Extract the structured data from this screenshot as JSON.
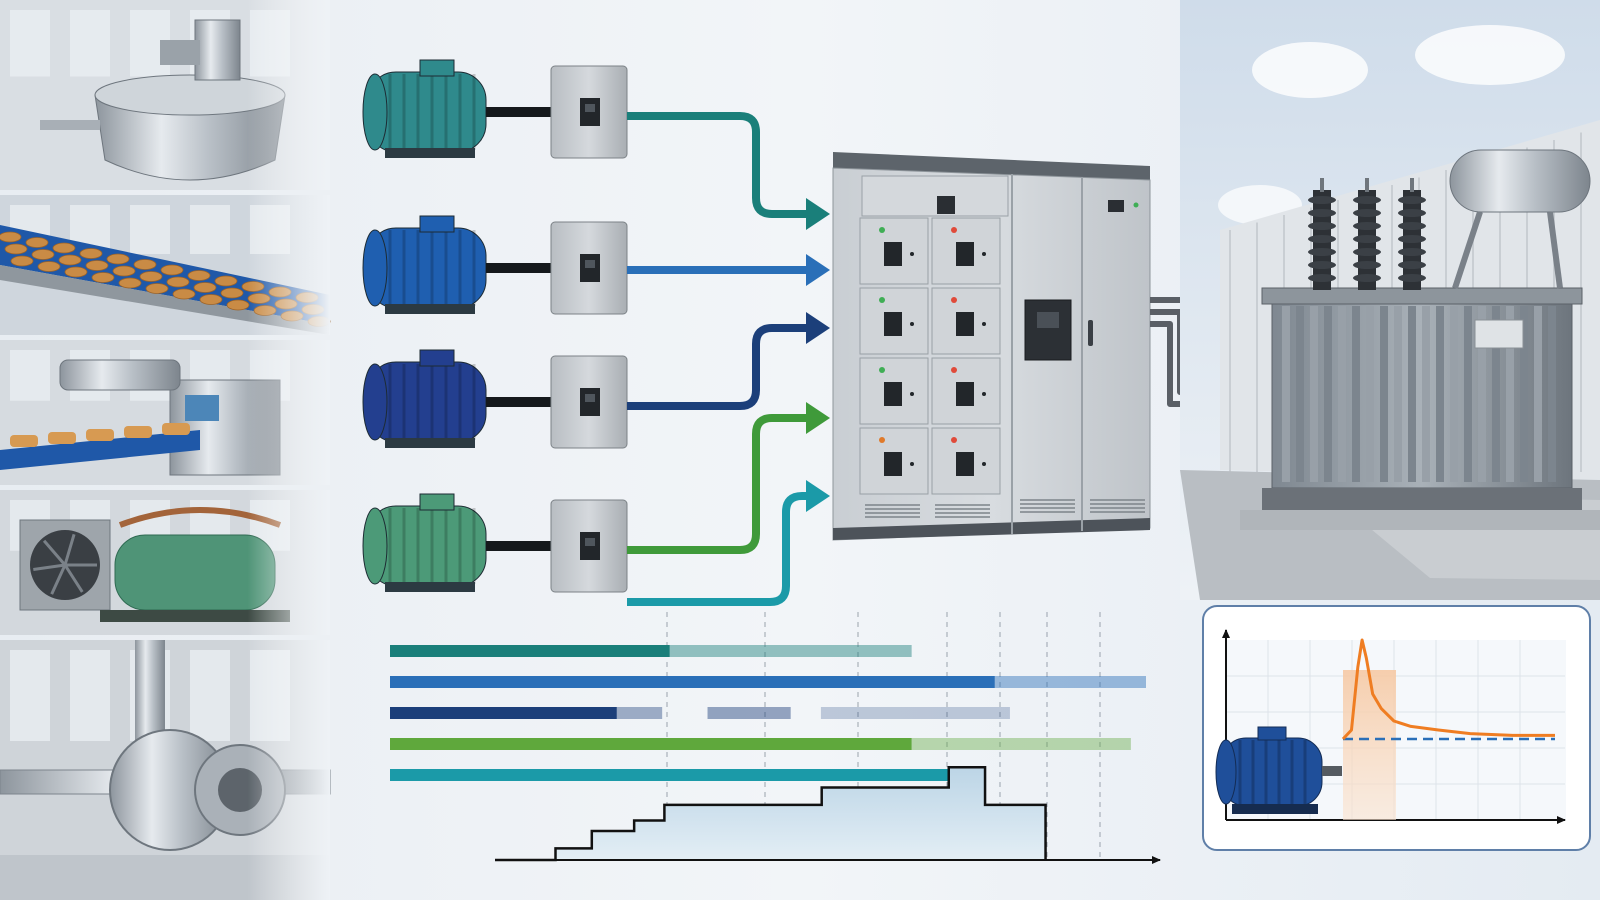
{
  "colors": {
    "background": "#eef2f6",
    "teal": "#1a7f7a",
    "blue": "#2a6fb8",
    "navy": "#1c3f7a",
    "green": "#3f9a3a",
    "cyan": "#1b9aa8",
    "surge": "#ef7d22",
    "grey_feed": "#5a5f66"
  },
  "processes": [
    {
      "icon": "mixing-tank-icon",
      "motor_color": "#2f8a8c"
    },
    {
      "icon": "conveyor-icon",
      "motor_color": "#1f5fb0"
    },
    {
      "icon": "packaging-machine-icon",
      "motor_color": "#233f8f"
    },
    {
      "icon": "refrigeration-compressor-icon",
      "motor_color": "#4c9a78"
    },
    {
      "icon": "centrifugal-pump-icon",
      "motor_color": "#1b9aa8"
    }
  ],
  "timeline": {
    "rows": [
      {
        "color": "#1a7f7a",
        "segments": [
          [
            0,
            0.37,
            1
          ],
          [
            0.37,
            0.69,
            0.45
          ]
        ]
      },
      {
        "color": "#2a6fb8",
        "segments": [
          [
            0,
            0.8,
            1
          ],
          [
            0.8,
            1.0,
            0.45
          ]
        ]
      },
      {
        "color": "#1c3f7a",
        "segments": [
          [
            0,
            0.3,
            1
          ],
          [
            0.3,
            0.36,
            0.4
          ],
          [
            0.42,
            0.53,
            0.45
          ],
          [
            0.57,
            0.82,
            0.25
          ]
        ]
      },
      {
        "color": "#5fa83c",
        "segments": [
          [
            0,
            0.69,
            1
          ],
          [
            0.69,
            0.98,
            0.4
          ]
        ]
      },
      {
        "color": "#1b9aa8",
        "segments": [
          [
            0,
            0.74,
            1
          ]
        ]
      }
    ],
    "load_profile": [
      [
        0,
        0
      ],
      [
        0.1,
        0.2
      ],
      [
        0.16,
        0.5
      ],
      [
        0.23,
        0.68
      ],
      [
        0.28,
        0.95
      ],
      [
        0.47,
        0.95
      ],
      [
        0.54,
        1.25
      ],
      [
        0.72,
        1.25
      ],
      [
        0.75,
        1.6
      ],
      [
        0.79,
        1.6
      ],
      [
        0.81,
        0.95
      ],
      [
        0.89,
        0.95
      ],
      [
        0.91,
        0
      ]
    ]
  },
  "inrush_chart": {
    "baseline": 0.45,
    "curve": [
      [
        0.0,
        0.45
      ],
      [
        0.04,
        0.5
      ],
      [
        0.07,
        0.85
      ],
      [
        0.09,
        1.0
      ],
      [
        0.11,
        0.9
      ],
      [
        0.14,
        0.7
      ],
      [
        0.18,
        0.62
      ],
      [
        0.24,
        0.55
      ],
      [
        0.32,
        0.52
      ],
      [
        0.45,
        0.5
      ],
      [
        0.6,
        0.48
      ],
      [
        0.8,
        0.47
      ],
      [
        1.0,
        0.47
      ]
    ],
    "highlight_start": 0.0,
    "highlight_end": 0.25
  }
}
